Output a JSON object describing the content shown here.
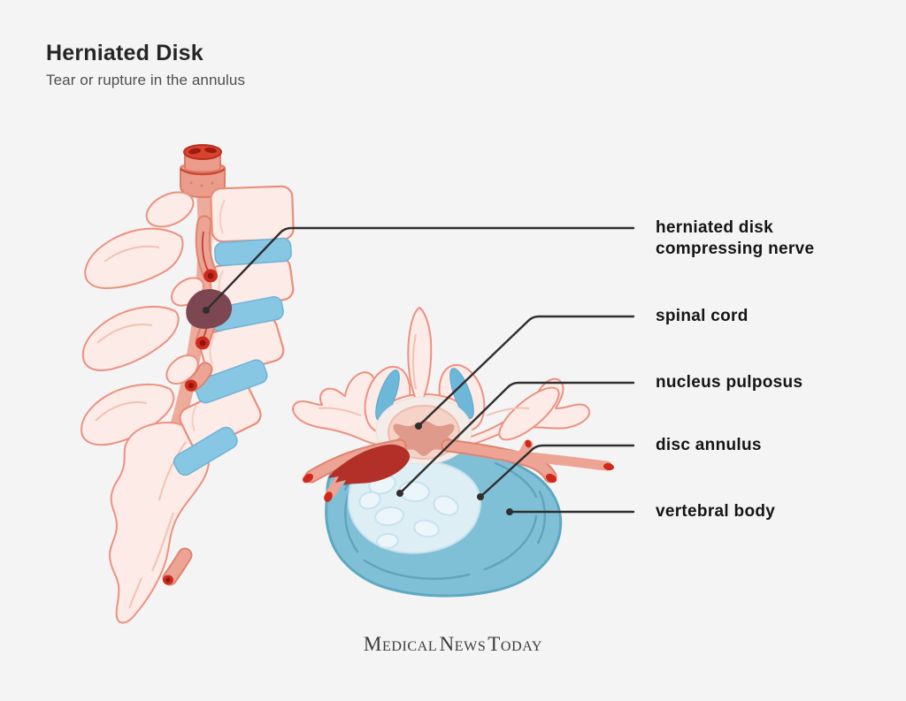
{
  "header": {
    "title": "Herniated Disk",
    "subtitle": "Tear or rupture in the annulus"
  },
  "labels": {
    "herniated_disk": "herniated disk\ncompressing nerve",
    "spinal_cord": "spinal cord",
    "nucleus_pulposus": "nucleus pulposus",
    "disc_annulus": "disc annulus",
    "vertebral_body": "vertebral body"
  },
  "footer": {
    "brand": "Medical News Today"
  },
  "illustrations": {
    "side_view": "lumbar-spine-side-view-with-herniated-disk",
    "axial_view": "vertebra-top-view-with-herniated-disk-compressing-nerve"
  },
  "colors": {
    "background": "#f5f4f5",
    "bone_fill": "#fcebe7",
    "bone_outline": "#ec9180",
    "disk_blue": "#87c7e3",
    "annulus_blue": "#7fc0d6",
    "annulus_streak": "#579cb4",
    "nucleus_light": "#ddeef5",
    "nerve_salmon": "#eda495",
    "nerve_cut_red": "#d0281a",
    "herniation_side": "#7d4752",
    "herniation_axial": "#b23028",
    "cord_pink": "#f5d3c7",
    "gray_matter": "#e09a8c",
    "leader_line": "#2f2f2f",
    "title_text": "#262626",
    "label_text": "#141414"
  }
}
